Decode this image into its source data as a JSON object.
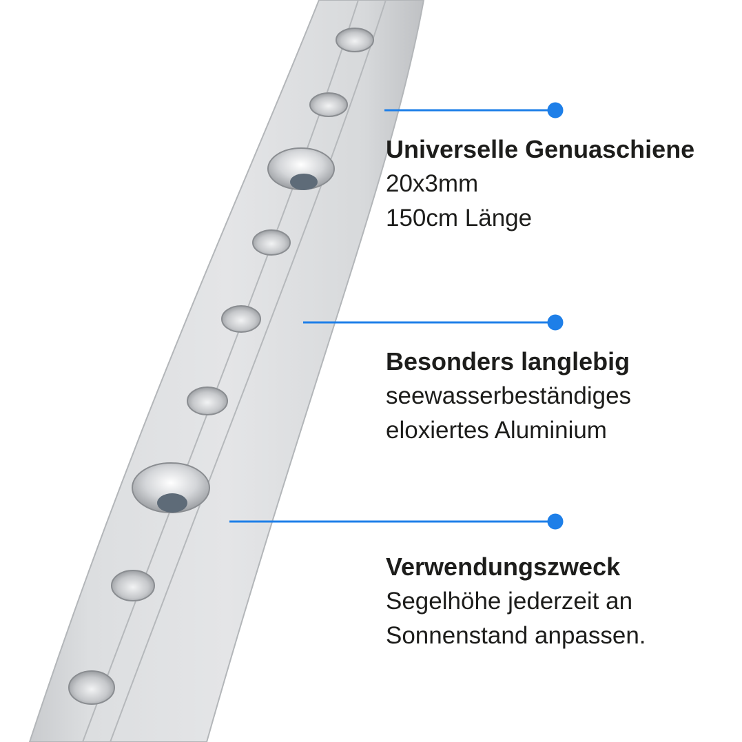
{
  "accent_color": "#1e7fe8",
  "features": [
    {
      "title": "Universelle Genuaschiene",
      "lines": [
        "20x3mm",
        "150cm Länge"
      ]
    },
    {
      "title": "Besonders langlebig",
      "lines": [
        "seewasserbeständiges",
        "eloxiertes Aluminium"
      ]
    },
    {
      "title": "Verwendungszweck",
      "lines": [
        "Segelhöhe jederzeit an",
        "Sonnenstand anpassen."
      ]
    }
  ]
}
